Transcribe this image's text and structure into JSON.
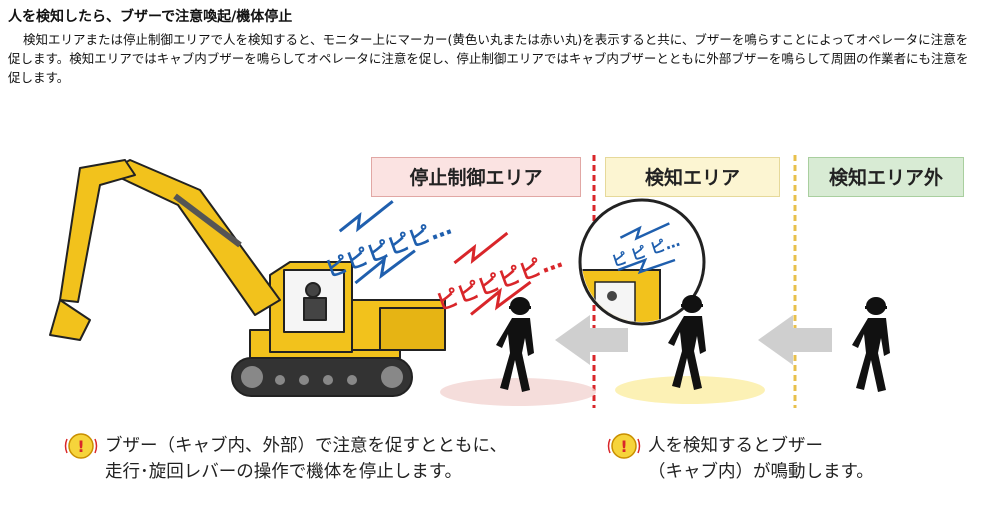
{
  "header": {
    "title": "人を検知したら、ブザーで注意喚起/機体停止",
    "description": "検知エリアまたは停止制御エリアで人を検知すると、モニター上にマーカー(黄色い丸または赤い丸)を表示すると共に、ブザーを鳴らすことによってオペレータに注意を促します。検知エリアではキャブ内ブザーを鳴らしてオペレータに注意を促し、停止制御エリアではキャブ内ブザーとともに外部ブザーを鳴らして周囲の作業者にも注意を促します。"
  },
  "zones": {
    "stop": "停止制御エリア",
    "detect": "検知エリア",
    "outside": "検知エリア外"
  },
  "sounds": {
    "cab_buzzer": "ピピピピピ…",
    "external_buzzer": "ピピピピピ…",
    "monitor_buzzer": "ピ ピ ピ…"
  },
  "notes": {
    "left_line1": "ブザー（キャブ内、外部）で注意を促すとともに、",
    "left_line2": "走行･旋回レバーの操作で機体を停止します。",
    "right_line1": "人を検知するとブザー",
    "right_line2": "（キャブ内）が鳴動します。"
  },
  "colors": {
    "excavator": "#f2c21c",
    "stop_zone": "#fbe3e2",
    "detect_zone": "#fcf5d2",
    "outside_zone": "#d8ebd4",
    "stop_line": "#d9262a",
    "detect_line": "#e8c04c",
    "cab_text": "#1f5fae",
    "external_text": "#d9262a"
  },
  "icons": {
    "alarm": "alarm-icon",
    "worker": "worker-silhouette",
    "arrow": "arrow-left"
  }
}
